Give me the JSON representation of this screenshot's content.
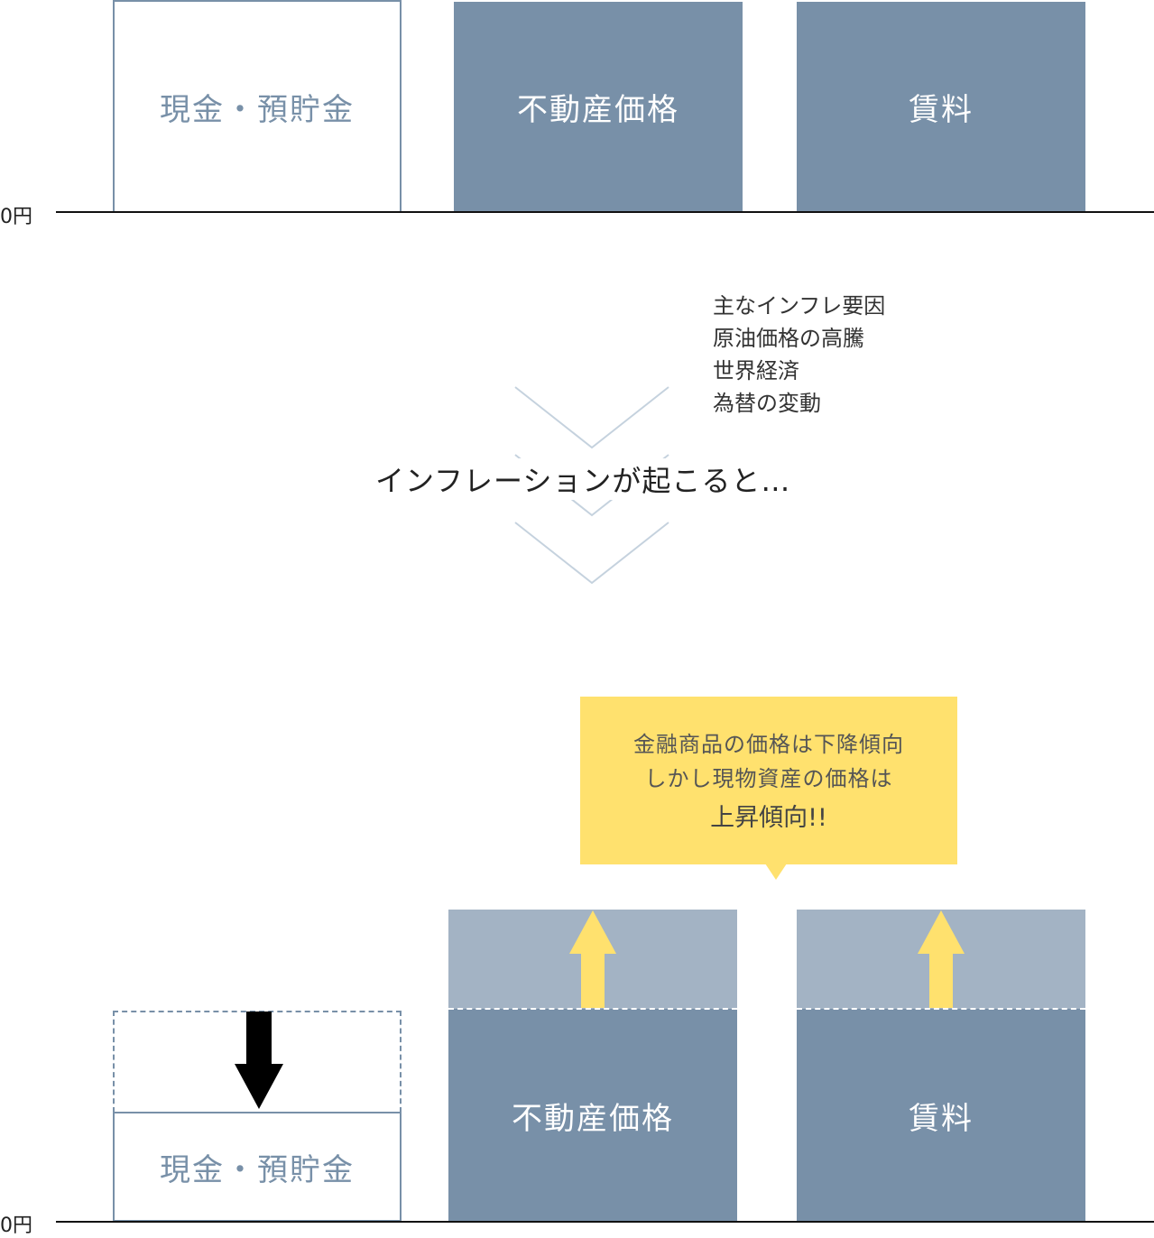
{
  "axis": {
    "zero_label": "0円"
  },
  "before": {
    "cash_label": "現金・預貯金",
    "property_label": "不動産価格",
    "rent_label": "賃料"
  },
  "factors": {
    "heading": "主なインフレ要因",
    "items": [
      "原油価格の高騰",
      "世界経済",
      "為替の変動"
    ]
  },
  "transition": {
    "label": "インフレーションが起こると…"
  },
  "callout": {
    "line1": "金融商品の価格は下降傾向",
    "line2": "しかし現物資産の価格は",
    "emphasis": "上昇傾向!!"
  },
  "after": {
    "cash_label": "現金・預貯金",
    "property_label": "不動産価格",
    "rent_label": "賃料"
  },
  "colors": {
    "box_fill": "#7890a8",
    "box_light": "#a3b3c4",
    "callout_bg": "#ffe16e",
    "up_arrow": "#ffe16e",
    "down_arrow": "#000000",
    "chevron": "#c5d2de"
  }
}
